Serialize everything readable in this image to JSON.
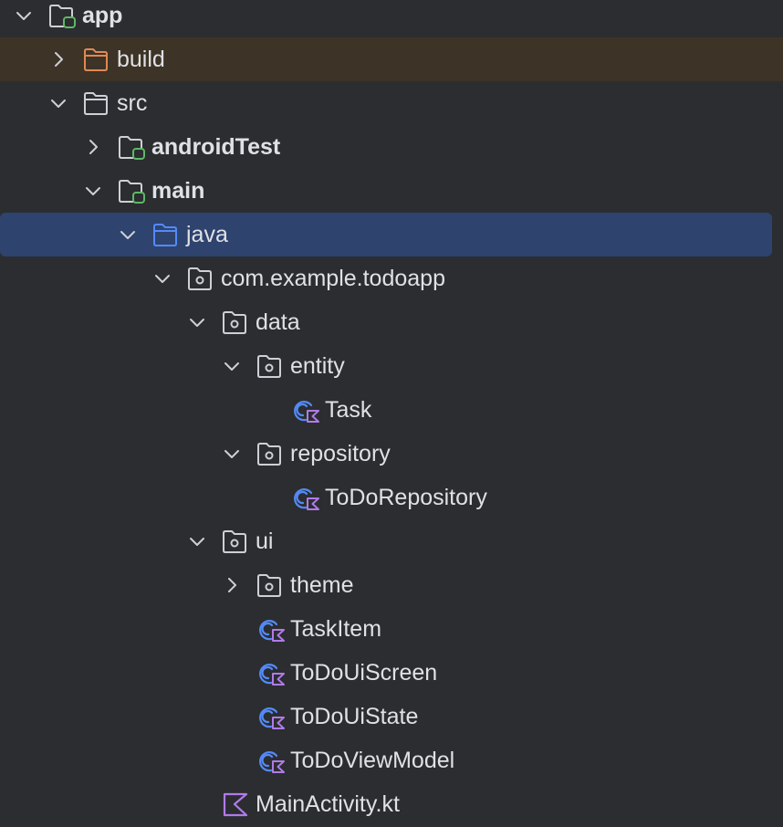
{
  "tree": {
    "rows": [
      {
        "label": "app",
        "bold": true,
        "expanded": true,
        "icon": "module-folder-icon"
      },
      {
        "label": "build",
        "bold": false,
        "expanded": false,
        "icon": "excluded-folder-icon"
      },
      {
        "label": "src",
        "bold": false,
        "expanded": true,
        "icon": "folder-icon"
      },
      {
        "label": "androidTest",
        "bold": true,
        "expanded": false,
        "icon": "module-folder-icon"
      },
      {
        "label": "main",
        "bold": true,
        "expanded": true,
        "icon": "module-folder-icon"
      },
      {
        "label": "java",
        "bold": false,
        "expanded": true,
        "icon": "source-root-folder-icon",
        "selected": true
      },
      {
        "label": "com.example.todoapp",
        "bold": false,
        "expanded": true,
        "icon": "package-icon"
      },
      {
        "label": "data",
        "bold": false,
        "expanded": true,
        "icon": "package-icon"
      },
      {
        "label": "entity",
        "bold": false,
        "expanded": true,
        "icon": "package-icon"
      },
      {
        "label": "Task",
        "bold": false,
        "icon": "kotlin-class-icon"
      },
      {
        "label": "repository",
        "bold": false,
        "expanded": true,
        "icon": "package-icon"
      },
      {
        "label": "ToDoRepository",
        "bold": false,
        "icon": "kotlin-class-icon"
      },
      {
        "label": "ui",
        "bold": false,
        "expanded": true,
        "icon": "package-icon"
      },
      {
        "label": "theme",
        "bold": false,
        "expanded": false,
        "icon": "package-icon"
      },
      {
        "label": "TaskItem",
        "bold": false,
        "icon": "kotlin-class-icon"
      },
      {
        "label": "ToDoUiScreen",
        "bold": false,
        "icon": "kotlin-class-icon"
      },
      {
        "label": "ToDoUiState",
        "bold": false,
        "icon": "kotlin-class-icon"
      },
      {
        "label": "ToDoViewModel",
        "bold": false,
        "icon": "kotlin-class-icon"
      },
      {
        "label": "MainActivity.kt",
        "bold": false,
        "icon": "kotlin-file-icon"
      }
    ]
  },
  "colors": {
    "background": "#2b2d30",
    "selection": "#2e436e",
    "excluded_row": "#3d3326",
    "folder_stroke": "#ced0d6",
    "module_badge": "#5fb865",
    "excluded_folder": "#e08855",
    "source_root_folder": "#548af7",
    "kotlin_purple": "#b07be8",
    "class_blue": "#548af7"
  }
}
